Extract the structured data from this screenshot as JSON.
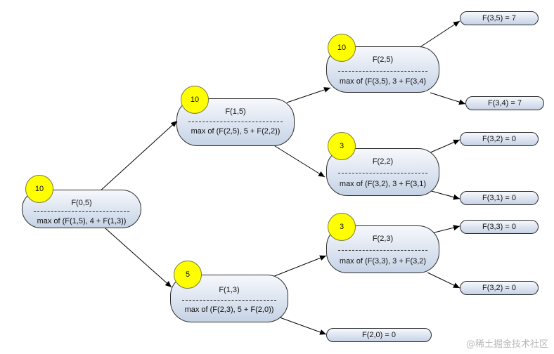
{
  "nodes": {
    "root": {
      "title": "F(0,5)",
      "expr": "max of (F(1,5), 4 + F(1,3))",
      "value": "10"
    },
    "n15": {
      "title": "F(1,5)",
      "expr": "max of (F(2,5), 5 + F(2,2))",
      "value": "10"
    },
    "n13": {
      "title": "F(1,3)",
      "expr": "max of (F(2,3), 5 + F(2,0))",
      "value": "5"
    },
    "n25": {
      "title": "F(2,5)",
      "expr": "max of (F(3,5), 3 + F(3,4)",
      "value": "10"
    },
    "n22": {
      "title": "F(2,2)",
      "expr": "max of (F(3,2), 3 + F(3,1)",
      "value": "3"
    },
    "n23": {
      "title": "F(2,3)",
      "expr": "max of (F(3,3), 3 + F(3,2)",
      "value": "3"
    }
  },
  "leaves": {
    "l35": "F(3,5) = 7",
    "l34": "F(3,4) = 7",
    "l32a": "F(3,2) = 0",
    "l31": "F(3,1) = 0",
    "l33": "F(3,3) = 0",
    "l32b": "F(3,2) = 0",
    "l20": "F(2,0) = 0"
  },
  "watermark": "@稀土掘金技术社区"
}
